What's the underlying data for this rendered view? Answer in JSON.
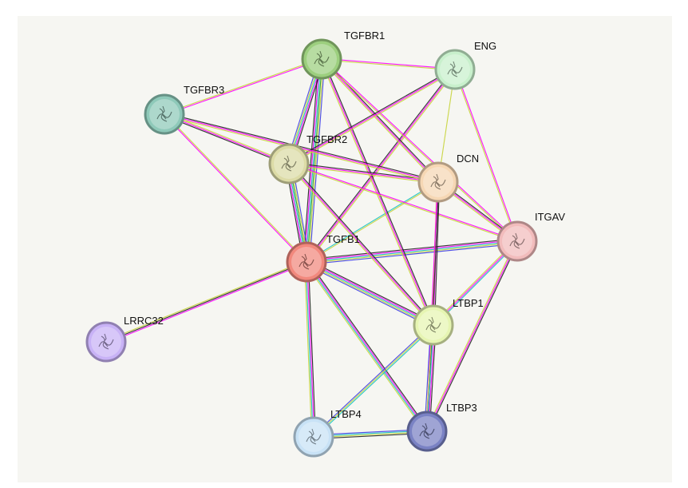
{
  "network": {
    "nodes": [
      {
        "id": "TGFBR1",
        "label": "TGFBR1",
        "color": "#9ccf7e"
      },
      {
        "id": "ENG",
        "label": "ENG",
        "color": "#c8f0cc"
      },
      {
        "id": "TGFBR3",
        "label": "TGFBR3",
        "color": "#8ec9b9"
      },
      {
        "id": "TGFBR2",
        "label": "TGFBR2",
        "color": "#dcdba6"
      },
      {
        "id": "DCN",
        "label": "DCN",
        "color": "#f6d7b4"
      },
      {
        "id": "ITGAV",
        "label": "ITGAV",
        "color": "#f2bcbc"
      },
      {
        "id": "TGFB1",
        "label": "TGFB1",
        "color": "#f2887d"
      },
      {
        "id": "LRRC32",
        "label": "LRRC32",
        "color": "#c8b2f6"
      },
      {
        "id": "LTBP1",
        "label": "LTBP1",
        "color": "#e6f5b2"
      },
      {
        "id": "LTBP4",
        "label": "LTBP4",
        "color": "#c8e2f6"
      },
      {
        "id": "LTBP3",
        "label": "LTBP3",
        "color": "#7a82c4"
      }
    ],
    "edges": [
      {
        "source": "TGFB1",
        "target": "TGFBR1",
        "channels": [
          "#222222",
          "#ff00ff",
          "#19c2c2",
          "#2a9d2a",
          "#c8d43c",
          "#3f3fe6"
        ]
      },
      {
        "source": "TGFB1",
        "target": "TGFBR2",
        "channels": [
          "#222222",
          "#ff00ff",
          "#19c2c2",
          "#2a9d2a",
          "#c8d43c",
          "#3f3fe6"
        ]
      },
      {
        "source": "TGFB1",
        "target": "TGFBR3",
        "channels": [
          "#ff00ff",
          "#c8d43c"
        ]
      },
      {
        "source": "TGFB1",
        "target": "ENG",
        "channels": [
          "#222222",
          "#ff00ff",
          "#c8d43c"
        ]
      },
      {
        "source": "TGFB1",
        "target": "DCN",
        "channels": [
          "#19c2c2",
          "#c8d43c"
        ]
      },
      {
        "source": "TGFB1",
        "target": "ITGAV",
        "channels": [
          "#222222",
          "#ff00ff",
          "#19c2c2",
          "#c8d43c",
          "#3f3fe6"
        ]
      },
      {
        "source": "TGFB1",
        "target": "LTBP1",
        "channels": [
          "#222222",
          "#ff00ff",
          "#19c2c2",
          "#c8d43c",
          "#3f3fe6"
        ]
      },
      {
        "source": "TGFB1",
        "target": "LTBP3",
        "channels": [
          "#222222",
          "#ff00ff",
          "#19c2c2",
          "#c8d43c"
        ]
      },
      {
        "source": "TGFB1",
        "target": "LTBP4",
        "channels": [
          "#222222",
          "#ff00ff",
          "#19c2c2",
          "#c8d43c"
        ]
      },
      {
        "source": "TGFB1",
        "target": "LRRC32",
        "channels": [
          "#ff00ff",
          "#222222",
          "#c8d43c"
        ]
      },
      {
        "source": "TGFBR1",
        "target": "TGFBR2",
        "channels": [
          "#222222",
          "#ff00ff",
          "#19c2c2",
          "#c8d43c",
          "#3f3fe6"
        ]
      },
      {
        "source": "TGFBR1",
        "target": "TGFBR3",
        "channels": [
          "#ff00ff",
          "#c8d43c"
        ]
      },
      {
        "source": "TGFBR1",
        "target": "ENG",
        "channels": [
          "#ff00ff",
          "#c8d43c"
        ]
      },
      {
        "source": "TGFBR1",
        "target": "DCN",
        "channels": [
          "#222222",
          "#ff00ff",
          "#c8d43c"
        ]
      },
      {
        "source": "TGFBR1",
        "target": "ITGAV",
        "channels": [
          "#ff00ff",
          "#c8d43c"
        ]
      },
      {
        "source": "TGFBR1",
        "target": "LTBP1",
        "channels": [
          "#222222",
          "#ff00ff",
          "#c8d43c"
        ]
      },
      {
        "source": "TGFBR2",
        "target": "TGFBR3",
        "channels": [
          "#222222",
          "#ff00ff",
          "#c8d43c"
        ]
      },
      {
        "source": "TGFBR2",
        "target": "ENG",
        "channels": [
          "#222222",
          "#ff00ff",
          "#c8d43c"
        ]
      },
      {
        "source": "TGFBR2",
        "target": "DCN",
        "channels": [
          "#222222",
          "#ff00ff",
          "#c8d43c"
        ]
      },
      {
        "source": "TGFBR2",
        "target": "ITGAV",
        "channels": [
          "#ff00ff",
          "#c8d43c"
        ]
      },
      {
        "source": "TGFBR2",
        "target": "LTBP1",
        "channels": [
          "#222222",
          "#ff00ff",
          "#c8d43c"
        ]
      },
      {
        "source": "TGFBR3",
        "target": "DCN",
        "channels": [
          "#222222",
          "#ff00ff",
          "#c8d43c"
        ]
      },
      {
        "source": "ENG",
        "target": "DCN",
        "channels": [
          "#c8d43c"
        ]
      },
      {
        "source": "ENG",
        "target": "ITGAV",
        "channels": [
          "#ff00ff",
          "#c8d43c"
        ]
      },
      {
        "source": "DCN",
        "target": "ITGAV",
        "channels": [
          "#222222",
          "#ff00ff",
          "#c8d43c"
        ]
      },
      {
        "source": "DCN",
        "target": "LTBP1",
        "channels": [
          "#222222",
          "#ff00ff",
          "#c8d43c"
        ]
      },
      {
        "source": "DCN",
        "target": "LTBP3",
        "channels": [
          "#222222",
          "#ff00ff"
        ]
      },
      {
        "source": "ITGAV",
        "target": "LTBP1",
        "channels": [
          "#19c2c2",
          "#ff00ff",
          "#c8d43c"
        ]
      },
      {
        "source": "ITGAV",
        "target": "LTBP3",
        "channels": [
          "#222222",
          "#ff00ff",
          "#c8d43c"
        ]
      },
      {
        "source": "LTBP1",
        "target": "LTBP3",
        "channels": [
          "#222222",
          "#ff00ff",
          "#19c2c2",
          "#c8d43c",
          "#3f3fe6"
        ]
      },
      {
        "source": "LTBP1",
        "target": "LTBP4",
        "channels": [
          "#19c2c2",
          "#c8d43c",
          "#3f3fe6"
        ]
      },
      {
        "source": "LTBP3",
        "target": "LTBP4",
        "channels": [
          "#222222",
          "#c8d43c",
          "#19c2c2",
          "#3f3fe6"
        ]
      }
    ]
  }
}
